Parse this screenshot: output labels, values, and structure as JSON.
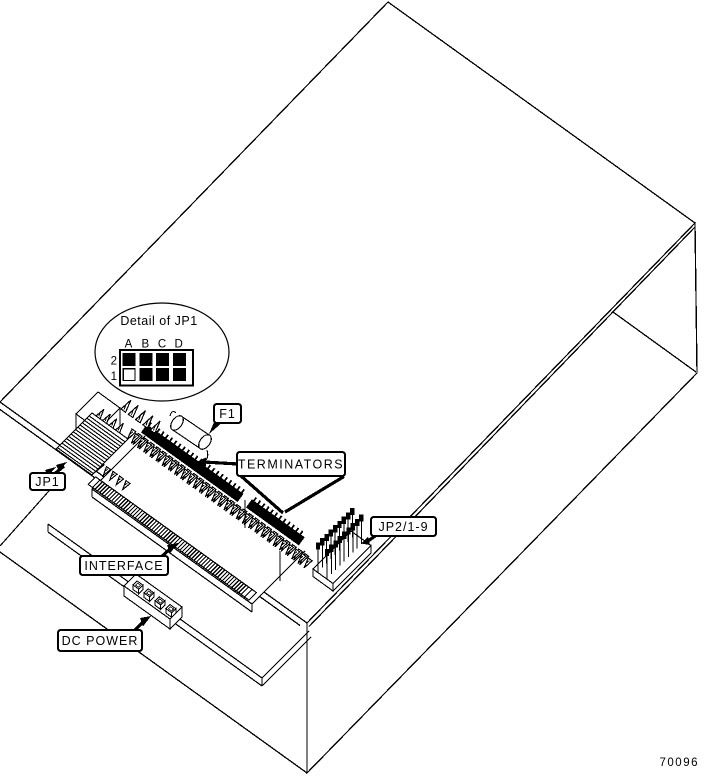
{
  "diagram": {
    "description": "isometric line drawing of disk drive unit with jumper and connector callouts",
    "detail_inset": {
      "title": "Detail of JP1",
      "column_labels": [
        "A",
        "B",
        "C",
        "D"
      ],
      "row_labels": [
        "2",
        "1"
      ],
      "jumpers": [
        [
          "on",
          "on",
          "on",
          "on"
        ],
        [
          "off",
          "on",
          "on",
          "on"
        ]
      ]
    },
    "callouts": {
      "f1": "F1",
      "terminators": "TERMINATORS",
      "jp1": "JP1",
      "jp2": "JP2/1-9",
      "interface": "INTERFACE",
      "dc_power": "DC POWER"
    },
    "part_number": "70096",
    "colors": {
      "line": "#000000",
      "background": "#ffffff"
    }
  }
}
